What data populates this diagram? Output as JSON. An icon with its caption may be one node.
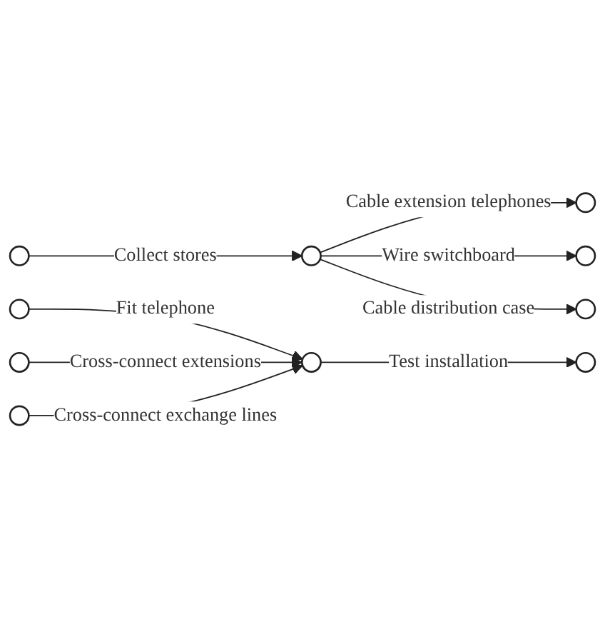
{
  "diagram": {
    "nodes": [
      {
        "text": [],
        "shape": "circle"
      },
      {
        "text": [],
        "shape": "circle"
      },
      {
        "text": [],
        "shape": "circle"
      },
      {
        "text": [],
        "shape": "circle"
      },
      {
        "text": [],
        "shape": "circle"
      },
      {
        "text": [],
        "shape": "circle"
      },
      {
        "text": [],
        "shape": "circle"
      },
      {
        "text": [],
        "shape": "circle"
      },
      {
        "text": [],
        "shape": "circle"
      },
      {
        "text": [],
        "shape": "circle"
      }
    ],
    "edges": [
      {
        "from": 0,
        "to": 1,
        "arrow": "to",
        "label": "Collect stores"
      },
      {
        "from": 1,
        "to": 2,
        "arrow": "to",
        "label": "Cable extension telephones"
      },
      {
        "from": 1,
        "to": 3,
        "arrow": "to",
        "label": "Wire switchboard"
      },
      {
        "from": 1,
        "to": 4,
        "arrow": "to",
        "label": "Cable distribution case"
      },
      {
        "from": 5,
        "to": 8,
        "arrow": "to",
        "label": "Fit telephone"
      },
      {
        "from": 6,
        "to": 8,
        "arrow": "to",
        "label": "Cross-connect extensions"
      },
      {
        "from": 7,
        "to": 8,
        "arrow": "to",
        "label": "Cross-connect exchange lines"
      },
      {
        "from": 8,
        "to": 9,
        "arrow": "to",
        "label": "Test installation"
      }
    ]
  }
}
